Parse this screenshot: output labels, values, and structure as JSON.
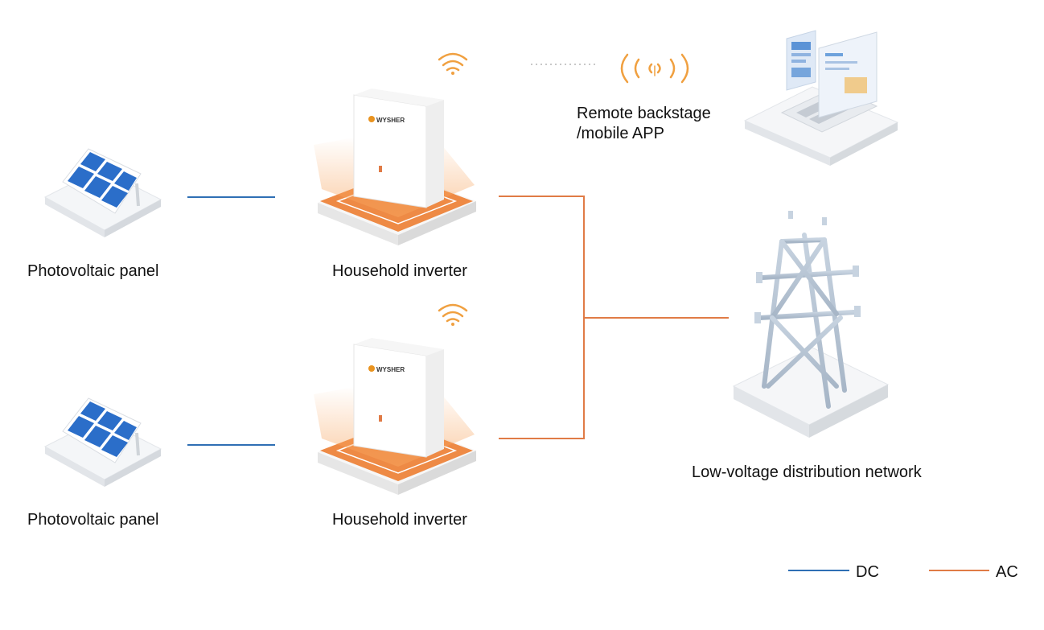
{
  "labels": {
    "pv_panel_top": "Photovoltaic panel",
    "pv_panel_bottom": "Photovoltaic panel",
    "inverter_top": "Household inverter",
    "inverter_bottom": "Household inverter",
    "remote_line1": "Remote backstage",
    "remote_line2": "/mobile APP",
    "network": "Low-voltage distribution network"
  },
  "inverter_logo": "WYSHER",
  "legend": [
    {
      "label": "DC",
      "color": "#2f6fb4"
    },
    {
      "label": "AC",
      "color": "#e07b46"
    }
  ],
  "colors": {
    "dc": "#2f6fb4",
    "ac": "#e07b46",
    "wifi": "#f0a040",
    "dotted": "#c8c8c8",
    "panel_blue": "#2b6ec9",
    "base_orange": "#ee8a45",
    "tower": "#b8c6d6"
  },
  "icons": [
    "solar-panel-icon",
    "inverter-icon",
    "wifi-icon",
    "signal-icon",
    "laptop-icon",
    "tower-icon"
  ]
}
